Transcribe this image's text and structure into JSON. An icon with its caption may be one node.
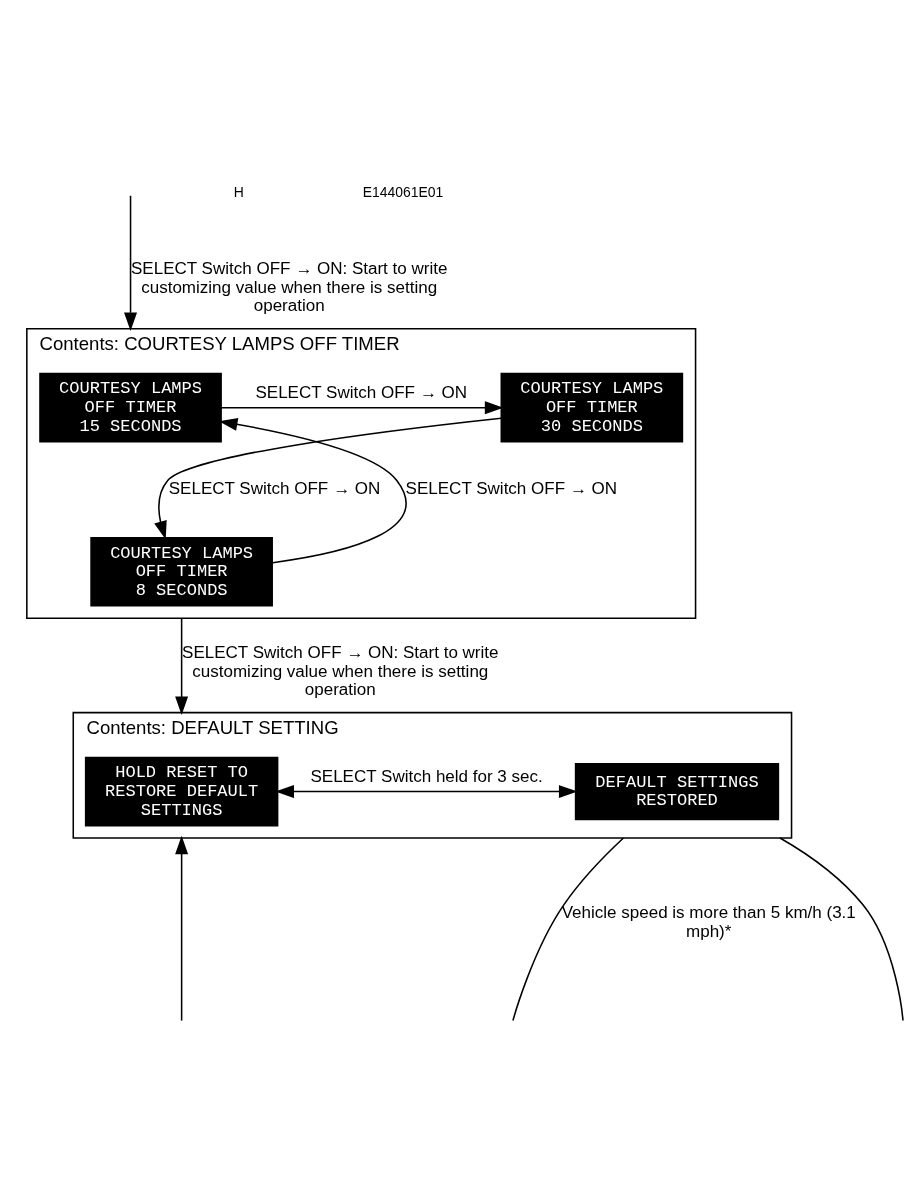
{
  "diagram": {
    "nodes": [
      {
        "text": [
          "Contents: COURTESY LAMPS OFF TIMER"
        ]
      },
      {
        "text": [
          "COURTESY LAMPS",
          "OFF TIMER",
          "15 SECONDS"
        ],
        "in": 0
      },
      {
        "text": [
          "COURTESY LAMPS",
          "OFF TIMER",
          "30 SECONDS"
        ],
        "in": 0
      },
      {
        "text": [
          "COURTESY LAMPS",
          "OFF TIMER",
          "8 SECONDS"
        ],
        "in": 0
      },
      {
        "text": [
          "Contents: DEFAULT SETTING"
        ]
      },
      {
        "text": [
          "HOLD RESET TO RESTORE DEFAULT SETTINGS"
        ],
        "in": 4
      },
      {
        "text": [
          "DEFAULT SETTINGS",
          "RESTORED"
        ],
        "in": 4
      }
    ],
    "edges": [
      {
        "from": null,
        "to": 0,
        "arrow": "to",
        "label": "SELECT Switch OFF → ON: Start to write customizing value when there is setting operation"
      },
      {
        "from": 1,
        "to": 2,
        "arrow": "to",
        "label": "SELECT Switch OFF → ON"
      },
      {
        "from": 2,
        "to": 3,
        "arrow": "to",
        "label": "SELECT Switch OFF → ON"
      },
      {
        "from": 3,
        "to": 1,
        "arrow": "to",
        "label": "SELECT Switch OFF → ON"
      },
      {
        "from": 0,
        "to": 4,
        "arrow": "to",
        "label": "SELECT Switch OFF → ON: Start to write customizing value when there is setting operation"
      },
      {
        "from": 5,
        "to": 6,
        "arrow": "both",
        "label": "SELECT Switch held for 3 sec."
      },
      {
        "from": 4,
        "to": null,
        "arrow": "none"
      },
      {
        "from": 4,
        "to": null,
        "arrow": "none",
        "label": "Vehicle speed is more than 5 km/h (3.1 mph)*"
      },
      {
        "from": null,
        "to": 4,
        "arrow": "to"
      }
    ],
    "labels": [
      "H",
      "E144061E01"
    ]
  }
}
